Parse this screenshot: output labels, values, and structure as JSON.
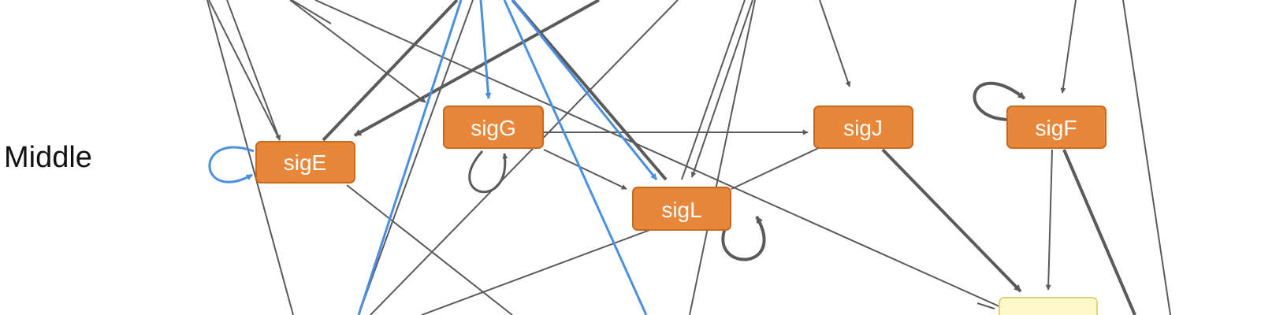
{
  "diagram": {
    "row_label": "Middle",
    "colors": {
      "node_fill": "#e8873a",
      "node_stroke": "#c9691d",
      "edge_gray": "#5a5a5a",
      "edge_blue": "#4a8fe0",
      "partial_node_fill": "#fff8c8",
      "partial_node_stroke": "#e0d080"
    },
    "nodes": [
      {
        "id": "sigE",
        "label": "sigE"
      },
      {
        "id": "sigG",
        "label": "sigG"
      },
      {
        "id": "sigJ",
        "label": "sigJ"
      },
      {
        "id": "sigF",
        "label": "sigF"
      },
      {
        "id": "sigL",
        "label": "sigL"
      }
    ]
  }
}
